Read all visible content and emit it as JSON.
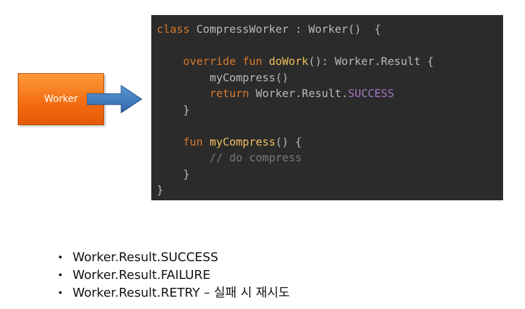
{
  "worker_box": {
    "label": "Worker"
  },
  "code": {
    "lines": [
      [
        {
          "t": "class ",
          "c": "kw"
        },
        {
          "t": "CompressWorker : Worker()  {",
          "c": "plain"
        }
      ],
      [],
      [
        {
          "t": "    override fun ",
          "c": "kw"
        },
        {
          "t": "doWork",
          "c": "fn"
        },
        {
          "t": "(): Worker.Result {",
          "c": "plain"
        }
      ],
      [
        {
          "t": "        myCompress()",
          "c": "plain"
        }
      ],
      [
        {
          "t": "        return ",
          "c": "kw"
        },
        {
          "t": "Worker.Result.",
          "c": "plain"
        },
        {
          "t": "SUCCESS",
          "c": "const"
        }
      ],
      [
        {
          "t": "    }",
          "c": "plain"
        }
      ],
      [],
      [
        {
          "t": "    fun ",
          "c": "kw"
        },
        {
          "t": "myCompress",
          "c": "fn"
        },
        {
          "t": "() {",
          "c": "plain"
        }
      ],
      [
        {
          "t": "        // do compress",
          "c": "cmt"
        }
      ],
      [
        {
          "t": "    }",
          "c": "plain"
        }
      ],
      [
        {
          "t": "}",
          "c": "plain"
        }
      ]
    ]
  },
  "bullets": [
    "Worker.Result.SUCCESS",
    "Worker.Result.FAILURE",
    "Worker.Result.RETRY – 실패 시 재시도"
  ],
  "colors": {
    "keyword": "#d97a2b",
    "function": "#f0c060",
    "constant": "#a678c4",
    "comment": "#7a7a7a",
    "code_bg": "#2b2b2b",
    "worker_box": "#f36b10",
    "arrow": "#3e7cc4"
  }
}
